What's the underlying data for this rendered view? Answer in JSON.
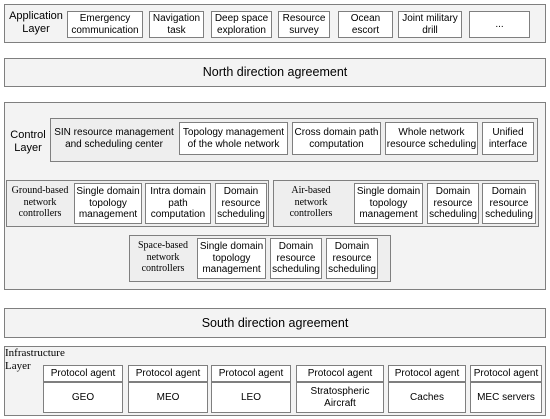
{
  "application_layer": {
    "label": "Application\nLayer",
    "items": [
      "Emergency\ncommunication",
      "Navigation\ntask",
      "Deep space\nexploration",
      "Resource\nsurvey",
      "Ocean\nescort",
      "Joint military\ndrill",
      "..."
    ]
  },
  "north_agreement": "North direction agreement",
  "control_layer": {
    "label": "Control\nLayer",
    "top_items": [
      "SIN resource management\nand scheduling center",
      "Topology management\nof the whole network",
      "Cross domain path\ncomputation",
      "Whole network\nresource scheduling",
      "Unified\ninterface"
    ],
    "ground": {
      "label": "Ground-based\nnetwork\ncontrollers",
      "items": [
        "Single domain\ntopology\nmanagement",
        "Intra domain\npath\ncomputation",
        "Domain\nresource\nscheduling"
      ]
    },
    "air": {
      "label": "Air-based\nnetwork\ncontrollers",
      "items": [
        "Single domain\ntopology\nmanagement",
        "Domain\nresource\nscheduling",
        "Domain\nresource\nscheduling"
      ]
    },
    "space": {
      "label": "Space-based\nnetwork\ncontrollers",
      "items": [
        "Single domain\ntopology\nmanagement",
        "Domain\nresource\nscheduling",
        "Domain\nresource\nscheduling"
      ]
    }
  },
  "south_agreement": "South direction agreement",
  "infrastructure_layer": {
    "label": "Infrastructure\nLayer",
    "agent_label": "Protocol agent",
    "nodes": [
      "GEO",
      "MEO",
      "LEO",
      "Stratospheric\nAircraft",
      "Caches",
      "MEC servers"
    ]
  }
}
